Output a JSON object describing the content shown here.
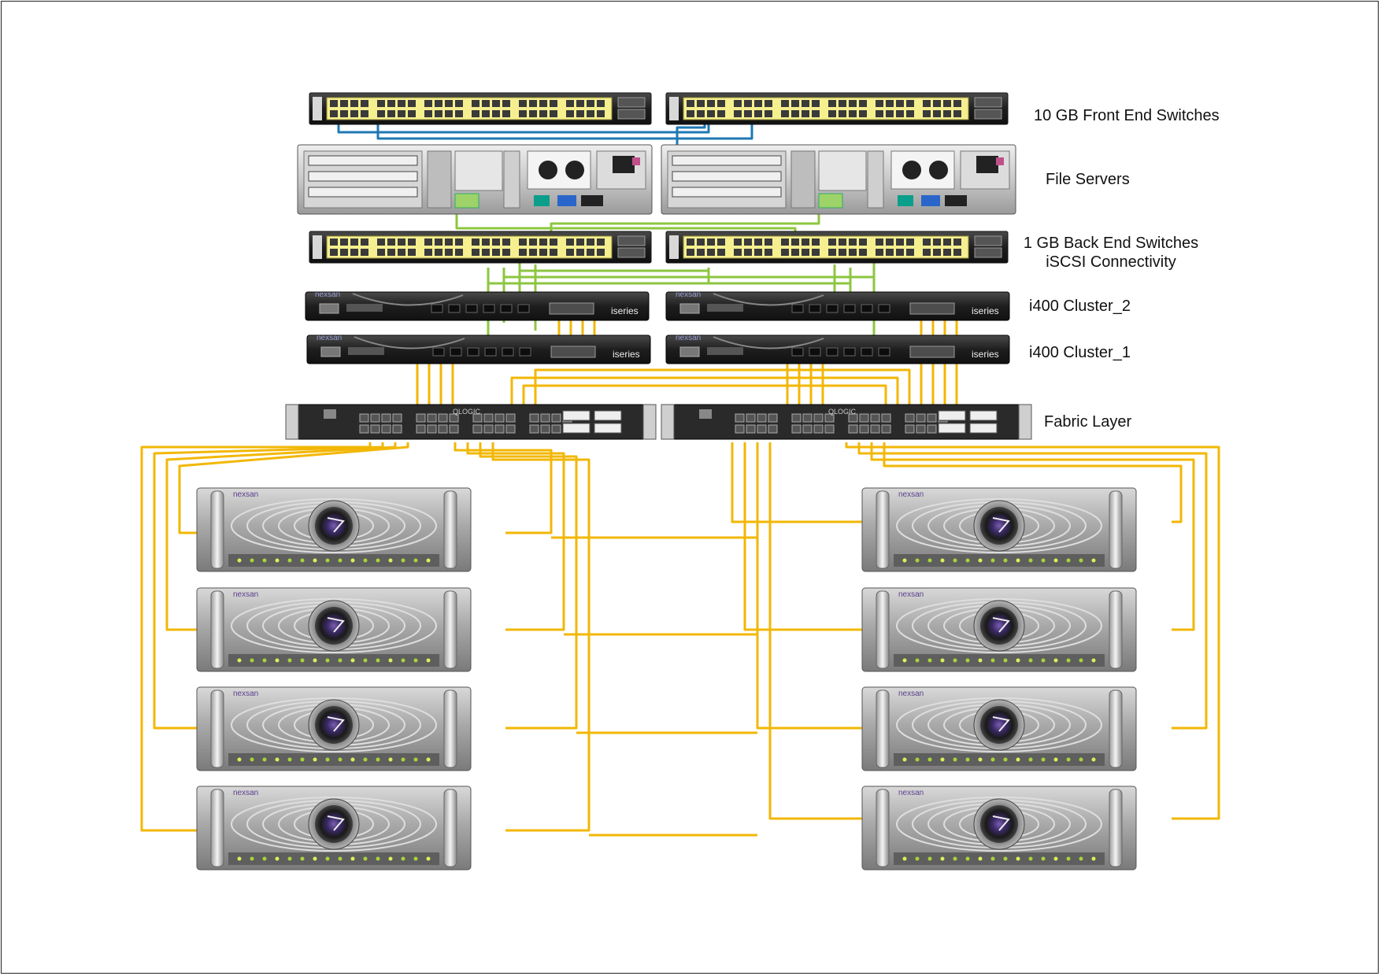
{
  "labels": {
    "front_end_switches": "10 GB Front End Switches",
    "file_servers": "File Servers",
    "back_end_switches_line1": "1 GB Back End Switches",
    "back_end_switches_line2": "iSCSI Connectivity",
    "cluster_2": "i400 Cluster_2",
    "cluster_1": "i400 Cluster_1",
    "fabric_layer": "Fabric Layer"
  },
  "device_text": {
    "vendor_logo": "nexsan",
    "iseries_badge": "iseries",
    "fabric_brand": "QLOGIC"
  },
  "colors": {
    "fc_cable": "#f2b705",
    "ethernet_10gb": "#1f78b4",
    "iscsi_cable": "#8cc63f",
    "switch_body": "#2b2b2b",
    "switch_port_panel": "#f5ef8f",
    "storage_purple": "#5b3f8c"
  },
  "icons": [
    "network-switch",
    "file-server",
    "iscsi-appliance",
    "fc-switch",
    "storage-array"
  ]
}
